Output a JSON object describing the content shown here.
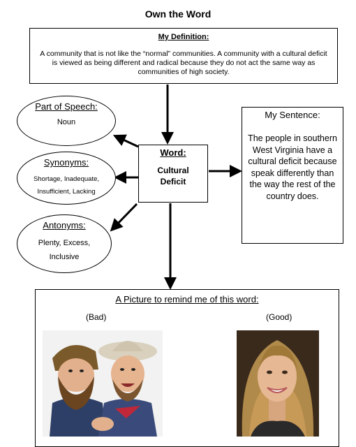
{
  "title": "Own the Word",
  "definition": {
    "heading": "My Definition:",
    "text": "A community that is not like the “normal” communities. A community with a cultural deficit is viewed as being different and radical because they do not act the same way as communities of high society."
  },
  "word": {
    "heading": "Word:",
    "text": "Cultural Deficit"
  },
  "sentence": {
    "heading": "My Sentence:",
    "text": "The people in southern West Virginia have a cultural deficit because speak differently than the way the rest of the country does."
  },
  "part_of_speech": {
    "heading": "Part of Speech:",
    "value": "Noun"
  },
  "synonyms": {
    "heading": "Synonyms:",
    "value": "Shortage, Inadequate, Insufficient, Lacking"
  },
  "antonyms": {
    "heading": "Antonyms:",
    "value": "Plenty, Excess, Inclusive"
  },
  "picture": {
    "heading": "A Picture to remind me of this word:",
    "bad_label": "(Bad)",
    "good_label": "(Good)"
  }
}
